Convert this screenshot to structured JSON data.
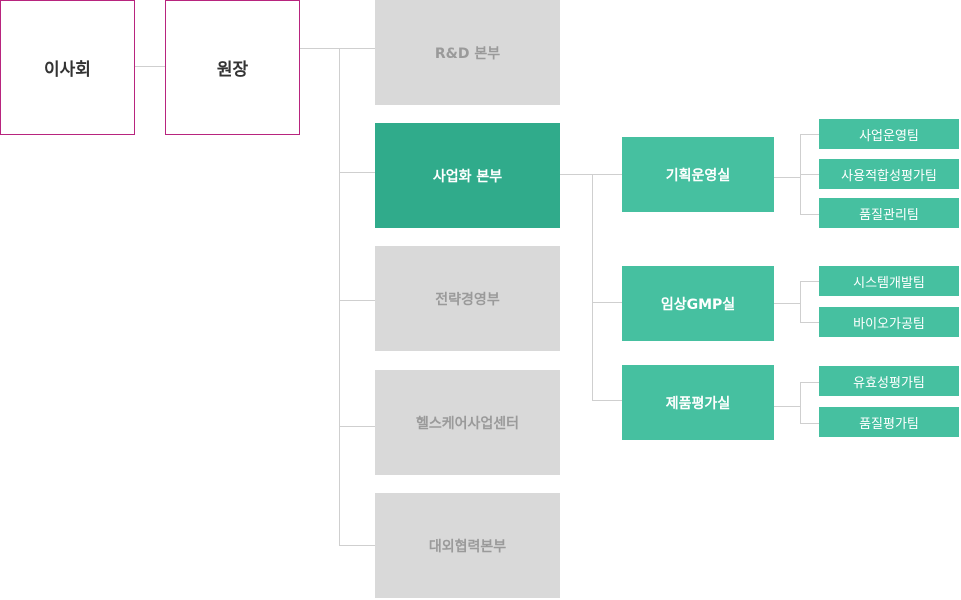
{
  "top": {
    "board": "이사회",
    "director": "원장"
  },
  "divisions": [
    "R&D 본부",
    "사업화 본부",
    "전략경영부",
    "헬스케어사업센터",
    "대외협력본부"
  ],
  "offices": [
    {
      "name": "기획운영실",
      "teams": [
        "사업운영팀",
        "사용적합성평가팀",
        "품질관리팀"
      ]
    },
    {
      "name": "임상GMP실",
      "teams": [
        "시스템개발팀",
        "바이오가공팀"
      ]
    },
    {
      "name": "제품평가실",
      "teams": [
        "유효성평가팀",
        "품질평가팀"
      ]
    }
  ],
  "colors": {
    "top_border": "#b8247e",
    "inactive_division": "#d9d9d9",
    "active_division": "#30ab8b",
    "office_team": "#46c0a0",
    "connector": "#cfcfcf"
  }
}
